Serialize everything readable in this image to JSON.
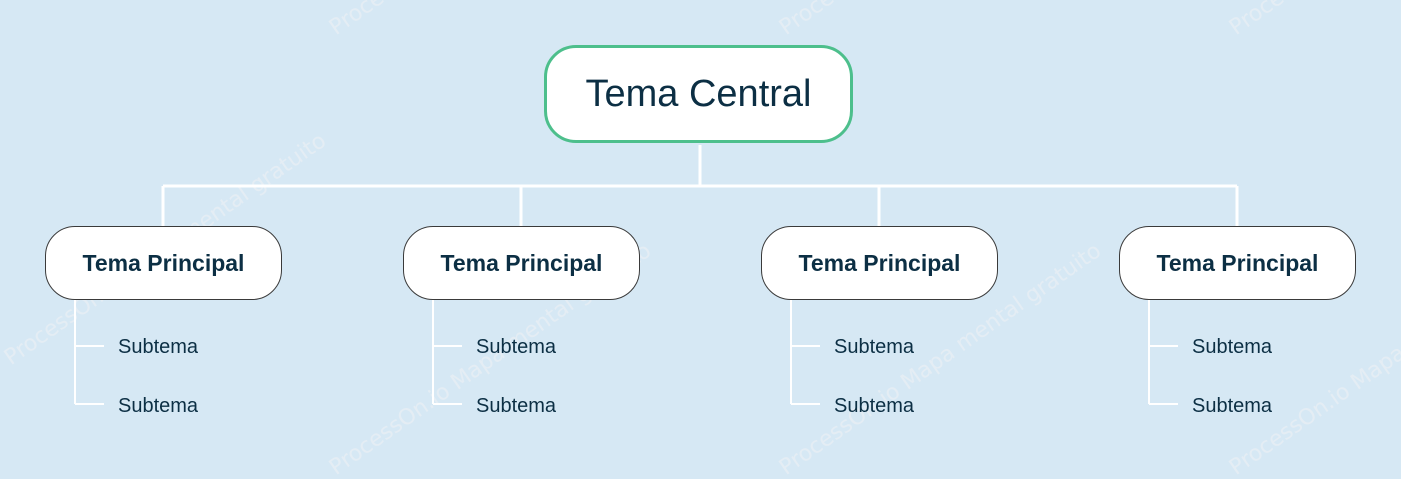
{
  "diagram": {
    "central_topic": "Tema Central",
    "main_topics": [
      {
        "label": "Tema Principal",
        "subtopics": [
          "Subtema",
          "Subtema"
        ]
      },
      {
        "label": "Tema Principal",
        "subtopics": [
          "Subtema",
          "Subtema"
        ]
      },
      {
        "label": "Tema Principal",
        "subtopics": [
          "Subtema",
          "Subtema"
        ]
      },
      {
        "label": "Tema Principal",
        "subtopics": [
          "Subtema",
          "Subtema"
        ]
      }
    ]
  },
  "watermark": "ProcessOn.io Mapa mental gratuito",
  "colors": {
    "background": "#d6e8f4",
    "central_border": "#4dbf8c",
    "connector": "#ffffff",
    "text": "#0c2f44"
  }
}
